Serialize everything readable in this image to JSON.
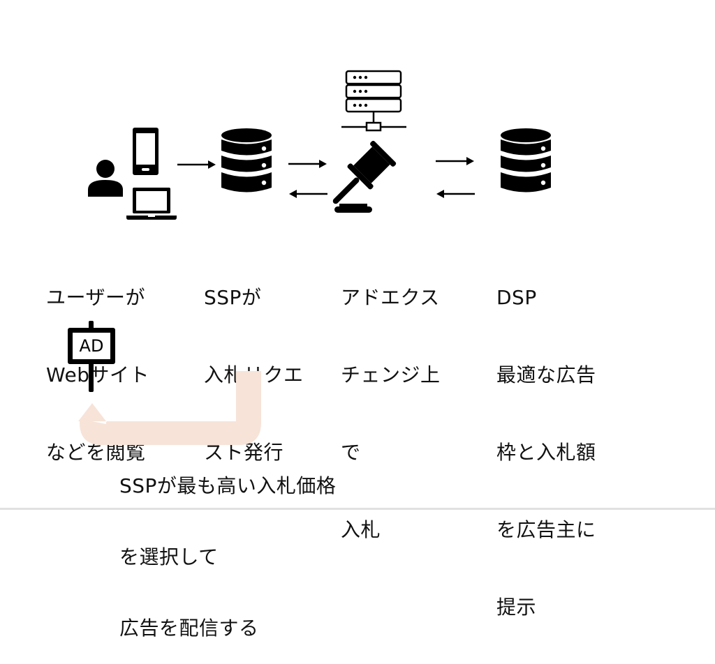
{
  "diagram": {
    "title": "Ad serving flow (RTB)",
    "colors": {
      "icon": "#000000",
      "text": "#111111",
      "return_arrow": "#f7e3d8"
    },
    "nodes": [
      {
        "id": "user",
        "icons": [
          "user-icon",
          "smartphone-icon",
          "laptop-icon"
        ],
        "label_lines": [
          "ユーザーが",
          "Webサイト",
          "などを閲覧"
        ]
      },
      {
        "id": "ssp",
        "icons": [
          "database-icon"
        ],
        "label_lines": [
          "SSPが",
          "入札リクエ",
          "スト発行"
        ]
      },
      {
        "id": "ad-exchange",
        "icons": [
          "server-network-icon",
          "gavel-icon"
        ],
        "label_lines": [
          "アドエクス",
          "チェンジ上",
          "で",
          "入札"
        ]
      },
      {
        "id": "dsp",
        "icons": [
          "database-icon"
        ],
        "label_lines": [
          "DSP",
          "最適な広告",
          "枠と入札額",
          "を広告主に",
          "提示"
        ]
      }
    ],
    "edges": [
      {
        "from": "user",
        "to": "ssp",
        "direction": "right"
      },
      {
        "from": "ssp",
        "to": "ad-exchange",
        "direction": "right"
      },
      {
        "from": "ad-exchange",
        "to": "ssp",
        "direction": "left"
      },
      {
        "from": "ad-exchange",
        "to": "dsp",
        "direction": "right"
      },
      {
        "from": "dsp",
        "to": "ad-exchange",
        "direction": "left"
      }
    ],
    "ad_sign": {
      "icon": "ad-signboard-icon",
      "text": "AD"
    },
    "return_flow": {
      "from": "ssp",
      "to": "ad-sign",
      "label_lines": [
        "SSPが最も高い入札価格",
        "を選択して",
        "広告を配信する"
      ]
    }
  }
}
